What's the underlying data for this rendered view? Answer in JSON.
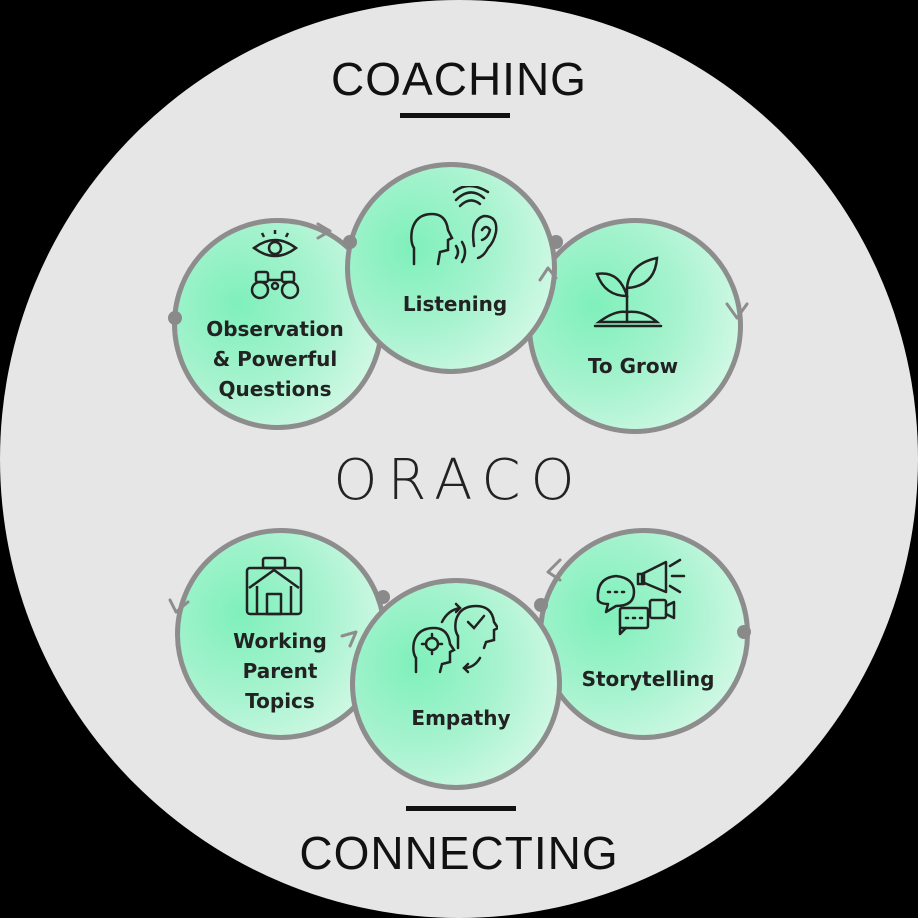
{
  "top_heading": "COACHING",
  "bottom_heading": "CONNECTING",
  "brand": "ORACO",
  "coaching_items": [
    {
      "label": "Observation & Powerful Questions",
      "icon": "eye-binoculars-icon"
    },
    {
      "label": "Listening",
      "icon": "head-ear-icon"
    },
    {
      "label": "To Grow",
      "icon": "sprout-icon"
    }
  ],
  "connecting_items": [
    {
      "label": "Working Parent Topics",
      "icon": "house-briefcase-icon"
    },
    {
      "label": "Empathy",
      "icon": "gear-head-icon"
    },
    {
      "label": "Storytelling",
      "icon": "speech-camera-megaphone-icon"
    }
  ],
  "colors": {
    "circle_fill": "#8ff0c4",
    "ring": "#8d8d8d",
    "background": "#e6e6e6"
  }
}
